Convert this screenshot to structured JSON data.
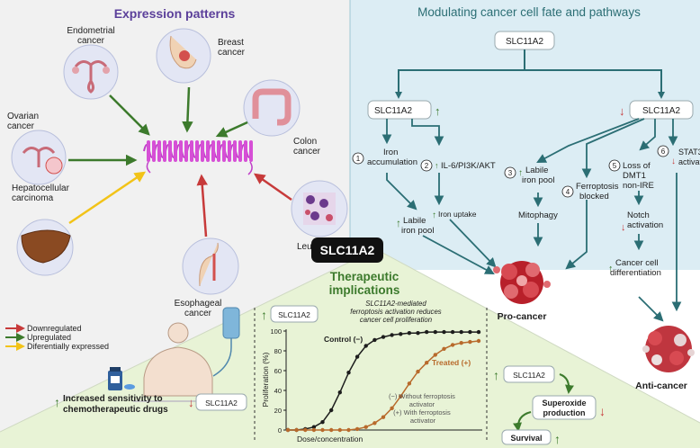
{
  "center_label": "SLC11A2",
  "expression": {
    "title": "Expression patterns",
    "cancers": {
      "endometrial": [
        "Endometrial",
        "cancer"
      ],
      "breast": [
        "Breast",
        "cancer"
      ],
      "colon": [
        "Colon",
        "cancer"
      ],
      "ovarian": [
        "Ovarian",
        "cancer"
      ],
      "hcc": [
        "Hepatocellular",
        "carcinoma"
      ],
      "leukemia": [
        "Leukemia"
      ],
      "esophageal": [
        "Esophageal",
        "cancer"
      ]
    },
    "legend": {
      "down": "Downregulated",
      "up": "Upregulated",
      "diff": "Diferentially expressed"
    },
    "colors": {
      "down": "#c73a3a",
      "up": "#3c7a2c",
      "diff": "#f2c318"
    }
  },
  "pathways": {
    "title": "Modulating cancer cell fate and pathways",
    "top_gene": "SLC11A2",
    "left_gene": "SLC11A2",
    "right_gene": "SLC11A2",
    "steps": {
      "s1_num": "1",
      "s1": [
        "Iron",
        "accumulation"
      ],
      "s2_num": "2",
      "s2": "IL-6/PI3K/AKT",
      "labile_left": [
        "Labile",
        "iron pool"
      ],
      "iron_uptake": "Iron uptake",
      "s3_num": "3",
      "s3": [
        "Labile",
        "iron pool"
      ],
      "s4_num": "4",
      "s4": [
        "Ferroptosis",
        "blocked"
      ],
      "mitophagy": "Mitophagy",
      "s5_num": "5",
      "s5": [
        "Loss of",
        "DMT1",
        "non-IRE"
      ],
      "s6_num": "6",
      "s6": [
        "STAT3",
        "activation"
      ],
      "notch": [
        "Notch",
        "activation"
      ],
      "differentiation": [
        "Cancer cell",
        "differentiation"
      ]
    },
    "pro_cancer": "Pro-cancer",
    "anti_cancer": "Anti-cancer"
  },
  "therapeutic": {
    "title": [
      "Therapeutic",
      "implications"
    ],
    "sensitivity": [
      "Increased sensitivity to",
      "chemotherapeutic drugs"
    ],
    "gene_left": "SLC11A2",
    "gene_chart": "SLC11A2",
    "gene_right": "SLC11A2",
    "superoxide": [
      "Superoxide",
      "production"
    ],
    "survival": "Survival",
    "chart_note": [
      "SLC11A2-mediated",
      "ferroptosis activation reduces",
      "cancer cell proliferation"
    ],
    "chart_legend": [
      "(−) Without ferroptosis",
      "activator",
      "(+) With ferroptosis",
      "activator"
    ]
  },
  "chart_data": {
    "type": "line",
    "title": "",
    "xlabel": "Dose/concentration",
    "ylabel": "Proliferation (%)",
    "ylim": [
      0,
      100
    ],
    "yticks": [
      0,
      20,
      40,
      60,
      80,
      100
    ],
    "grid": false,
    "x": [
      0,
      1,
      2,
      3,
      4,
      5,
      6,
      7,
      8,
      9,
      10,
      11,
      12,
      13,
      14,
      15,
      16,
      17,
      18,
      19,
      20,
      21,
      22
    ],
    "series": [
      {
        "name": "Control (−)",
        "color": "#1d1d1d",
        "values": [
          0,
          0,
          1,
          3,
          8,
          20,
          38,
          58,
          74,
          85,
          91,
          94,
          96,
          97,
          98,
          98,
          99,
          99,
          99,
          99,
          99,
          99,
          99
        ]
      },
      {
        "name": "Treated (+)",
        "color": "#b86a2c",
        "values": [
          0,
          0,
          0,
          0,
          0,
          0,
          0,
          0,
          1,
          3,
          7,
          13,
          22,
          34,
          47,
          59,
          68,
          76,
          82,
          86,
          88,
          89,
          90
        ]
      }
    ]
  },
  "colors": {
    "teal": "#2b6e74",
    "green": "#3c7a2c",
    "red": "#c73a3a",
    "purple": "#5b3f9a",
    "blue_bg": "#dcedf4",
    "green_bg": "#e8f3d6",
    "gray_bg": "#f1f1f1"
  }
}
